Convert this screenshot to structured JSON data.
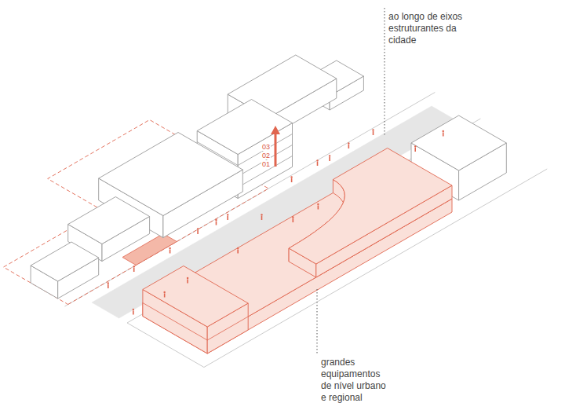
{
  "diagram": {
    "labels": [
      "ao longo de eixos estruturantes da cidade",
      "03",
      "02",
      "01",
      "grandes equipamentos de nível urbano e regional"
    ]
  }
}
